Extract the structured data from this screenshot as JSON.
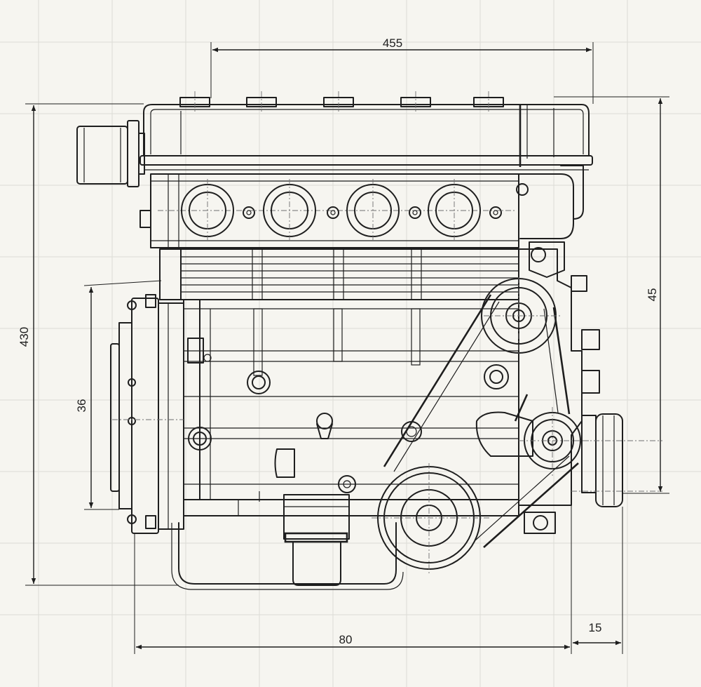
{
  "dimensions": {
    "top_width": "455",
    "total_height": "430",
    "head_height": "45",
    "flywheel_height": "36",
    "bottom_width": "80",
    "pulley_offset": "15"
  },
  "colors": {
    "background": "#f6f5f0",
    "grid": "#dcdcd6",
    "ink": "#1e1e1e"
  }
}
